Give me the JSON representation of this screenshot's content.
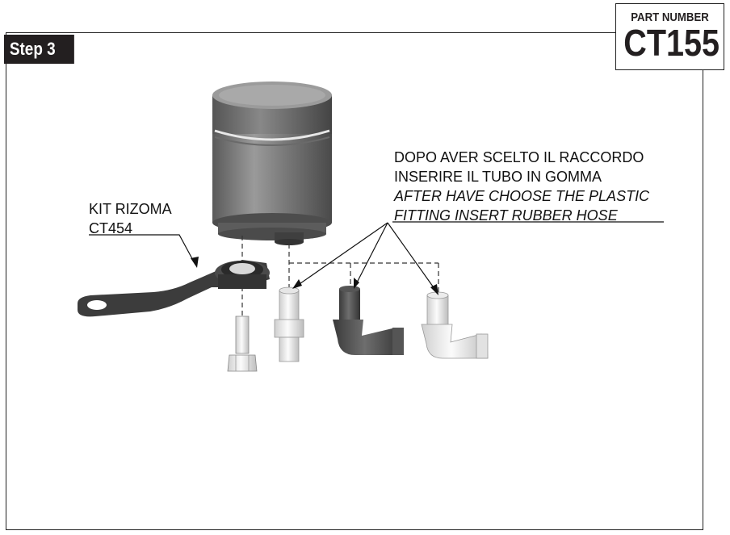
{
  "step": {
    "label": "Step 3"
  },
  "part": {
    "label": "PART NUMBER",
    "number": "CT155"
  },
  "kit": {
    "line1": "KIT RIZOMA",
    "line2": "CT454"
  },
  "instruction": {
    "it_line1": "DOPO AVER SCELTO IL RACCORDO",
    "it_line2": "INSERIRE IL TUBO IN GOMMA",
    "en_line1": "AFTER HAVE CHOOSE THE PLASTIC",
    "en_line2": "FITTING INSERT RUBBER HOSE"
  }
}
